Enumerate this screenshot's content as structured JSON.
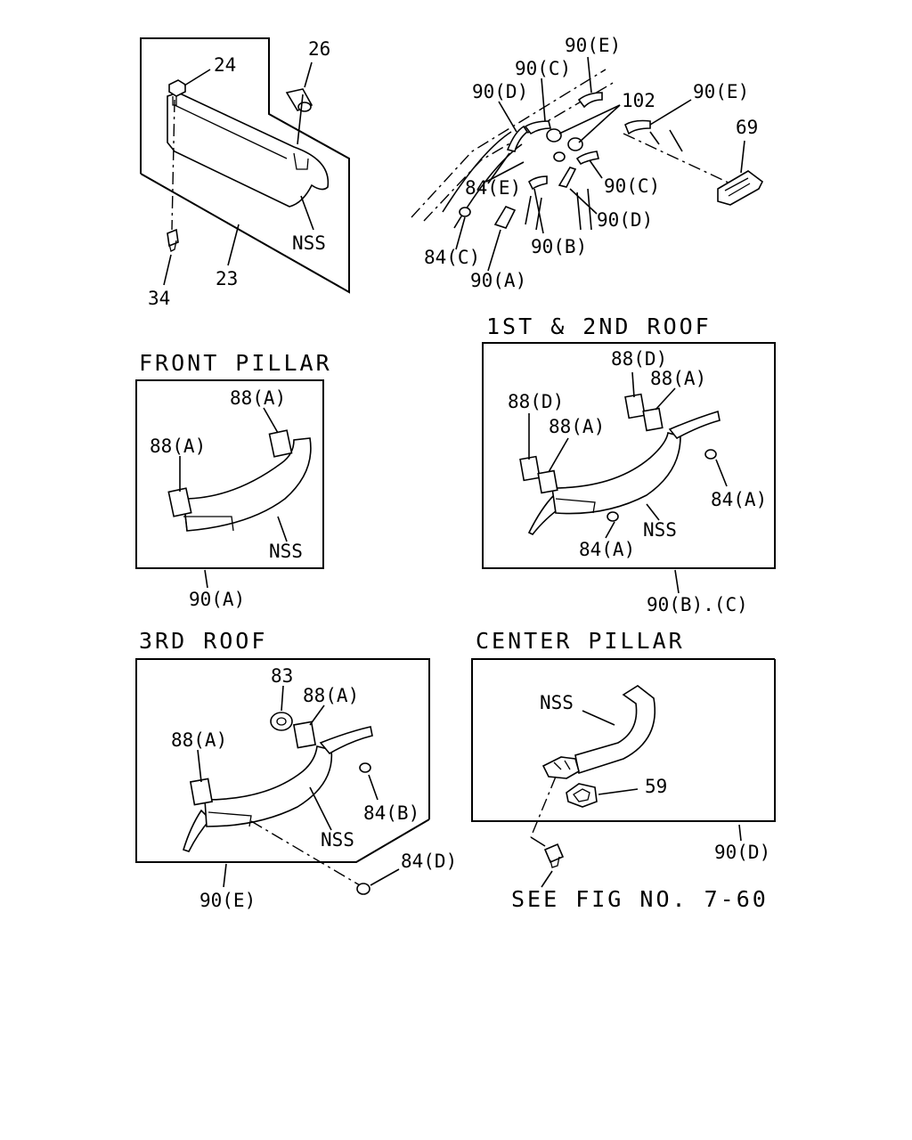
{
  "sections": {
    "front_pillar": "FRONT PILLAR",
    "roof_1st_2nd": "1ST & 2ND ROOF",
    "roof_3rd": "3RD ROOF",
    "center_pillar": "CENTER PILLAR"
  },
  "reference_note": "SEE FIG NO. 7-60",
  "labels": {
    "sunvisor": {
      "p24": "24",
      "p26": "26",
      "nss": "NSS",
      "p23": "23",
      "p34": "34"
    },
    "overview": {
      "e_top": "90(E)",
      "c_top": "90(C)",
      "d_top": "90(D)",
      "p102": "102",
      "e_right": "90(E)",
      "p69": "69",
      "e84": "84(E)",
      "c_mid": "90(C)",
      "d_mid": "90(D)",
      "c84": "84(C)",
      "b90": "90(B)",
      "a90": "90(A)"
    },
    "front": {
      "a88_top": "88(A)",
      "a88_left": "88(A)",
      "nss": "NSS",
      "part": "90(A)"
    },
    "roof12": {
      "d88_top": "88(D)",
      "a88_top": "88(A)",
      "d88_left": "88(D)",
      "a88_left": "88(A)",
      "a84_right": "84(A)",
      "nss": "NSS",
      "a84_bottom": "84(A)",
      "part": "90(B).(C)"
    },
    "roof3": {
      "p83": "83",
      "a88_top": "88(A)",
      "a88_left": "88(A)",
      "b84": "84(B)",
      "nss": "NSS",
      "d84": "84(D)",
      "part": "90(E)"
    },
    "center": {
      "nss": "NSS",
      "p59": "59",
      "part": "90(D)"
    }
  }
}
